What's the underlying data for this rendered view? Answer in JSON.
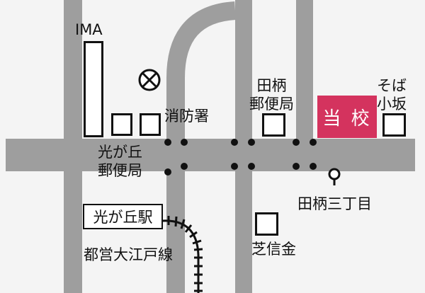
{
  "labels": {
    "ima": "IMA",
    "fire_station": "消防署",
    "hikarigaoka_post_office": "光が丘\n郵便局",
    "tagara_post_office": "田柄\n郵便局",
    "sobakosaka": "そば\n小坂",
    "school": "当 校",
    "tagara_3chome": "田柄三丁目",
    "hikarigaoka_station": "光が丘駅",
    "toei_oedo_line": "都営大江戸線",
    "shiba_shinkin": "芝信金"
  },
  "colors": {
    "background": "#f4f4f4",
    "road": "#9e9e9e",
    "school": "#d4335e",
    "ink": "#111111"
  },
  "icons": {
    "police": "police-box-x-circle-icon",
    "bus_stop": "bus-stop-pin-icon",
    "signal": "traffic-signal-dot-icon",
    "railway": "railway-track-icon"
  }
}
